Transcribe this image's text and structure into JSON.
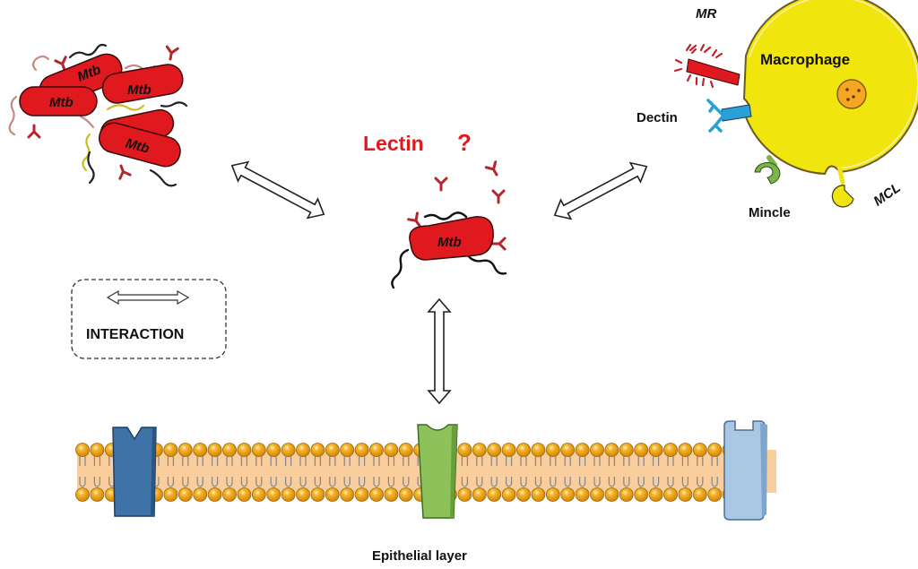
{
  "labels": {
    "bacterium": "Mtb",
    "lectin": "Lectin",
    "lectin_question": "?",
    "macrophage": "Macrophage",
    "mr": "MR",
    "dectin": "Dectin",
    "mincle": "Mincle",
    "mcl": "MCL",
    "legend": "INTERACTION",
    "epithelial": "Epithelial layer"
  },
  "colors": {
    "bacterium": "#e0191f",
    "lectin_text": "#e0191f",
    "macrophage": "#f0e60e",
    "membrane_tail": "#f9cd9c",
    "lipid_head": "#f2a314",
    "receptor_blue": "#3f73a8",
    "receptor_green": "#8dc25a",
    "receptor_lightblue": "#a9c8e3",
    "dectin": "#2c9fd7",
    "mincle": "#7cb648",
    "mcl": "#f2e40f"
  }
}
